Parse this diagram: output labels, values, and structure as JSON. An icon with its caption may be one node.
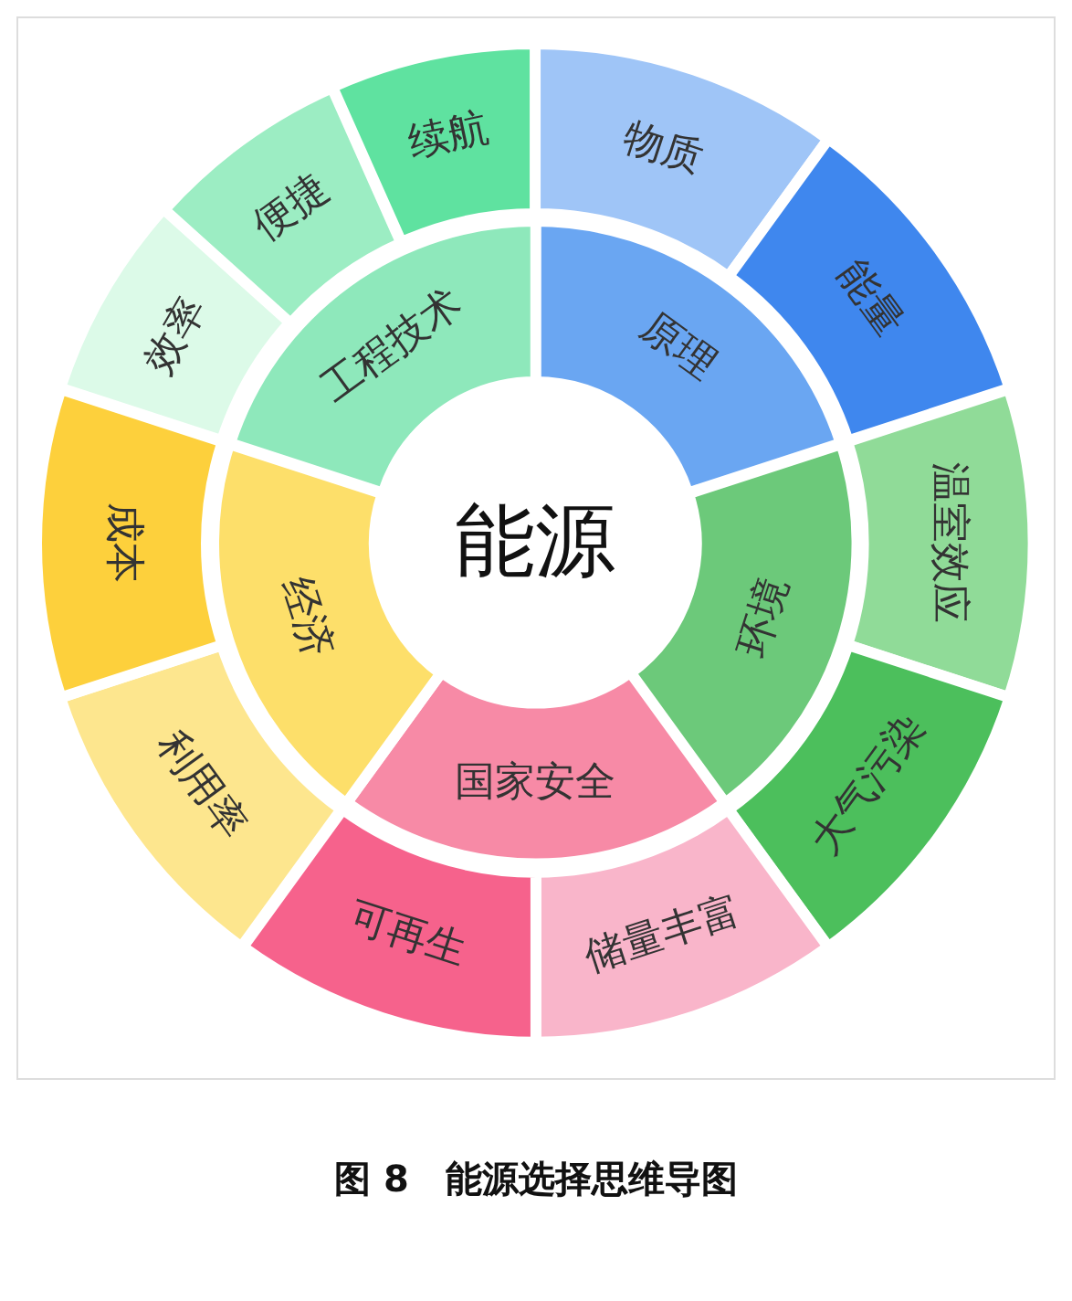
{
  "diagram": {
    "caption": "图 8　能源选择思维导图",
    "nodes": [
      {
        "text": [
          "能源"
        ]
      },
      {
        "text": [
          "原理"
        ]
      },
      {
        "text": [
          "环境"
        ]
      },
      {
        "text": [
          "国家安全"
        ]
      },
      {
        "text": [
          "经济"
        ]
      },
      {
        "text": [
          "工程技术"
        ]
      },
      {
        "text": [
          "物质"
        ]
      },
      {
        "text": [
          "能量"
        ]
      },
      {
        "text": [
          "温室效应"
        ]
      },
      {
        "text": [
          "大气污染"
        ]
      },
      {
        "text": [
          "储量丰富"
        ]
      },
      {
        "text": [
          "可再生"
        ]
      },
      {
        "text": [
          "利用率"
        ]
      },
      {
        "text": [
          "成本"
        ]
      },
      {
        "text": [
          "效率"
        ]
      },
      {
        "text": [
          "便捷"
        ]
      },
      {
        "text": [
          "续航"
        ]
      }
    ]
  }
}
